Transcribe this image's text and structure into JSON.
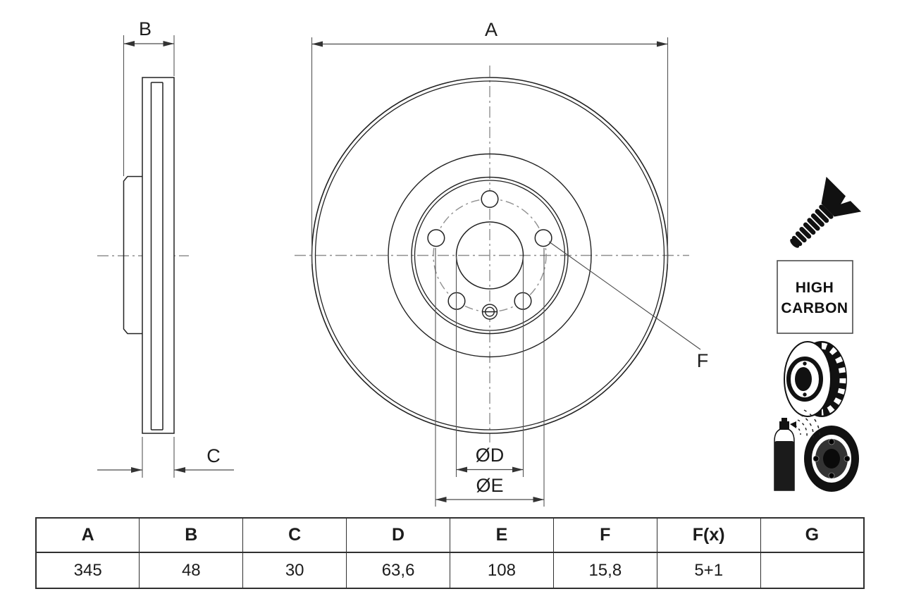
{
  "dimension_labels": {
    "A": "A",
    "B": "B",
    "C": "C",
    "D": "ØD",
    "E": "ØE",
    "F": "F"
  },
  "badge": {
    "line1": "HIGH",
    "line2": "CARBON"
  },
  "spec_table": {
    "headers": [
      "A",
      "B",
      "C",
      "D",
      "E",
      "F",
      "F(x)",
      "G"
    ],
    "values": [
      "345",
      "48",
      "30",
      "63,6",
      "108",
      "15,8",
      "5+1",
      ""
    ]
  },
  "icons": [
    {
      "name": "countersunk-screw-icon",
      "meaning": "supplied with countersunk locating screw"
    },
    {
      "name": "high-carbon-badge",
      "meaning": "high carbon cast iron"
    },
    {
      "name": "vented-brake-disc-icon",
      "meaning": "internally vented disc"
    },
    {
      "name": "spray-coated-disc-icon",
      "meaning": "coated brake disc"
    }
  ],
  "colors": {
    "background": "#ffffff",
    "drawing_line": "#222222",
    "dimension_line": "#4a4a4a",
    "centerline": "#8f8f8f",
    "table_border": "#2f2f2f",
    "text": "#1c1c1c"
  }
}
